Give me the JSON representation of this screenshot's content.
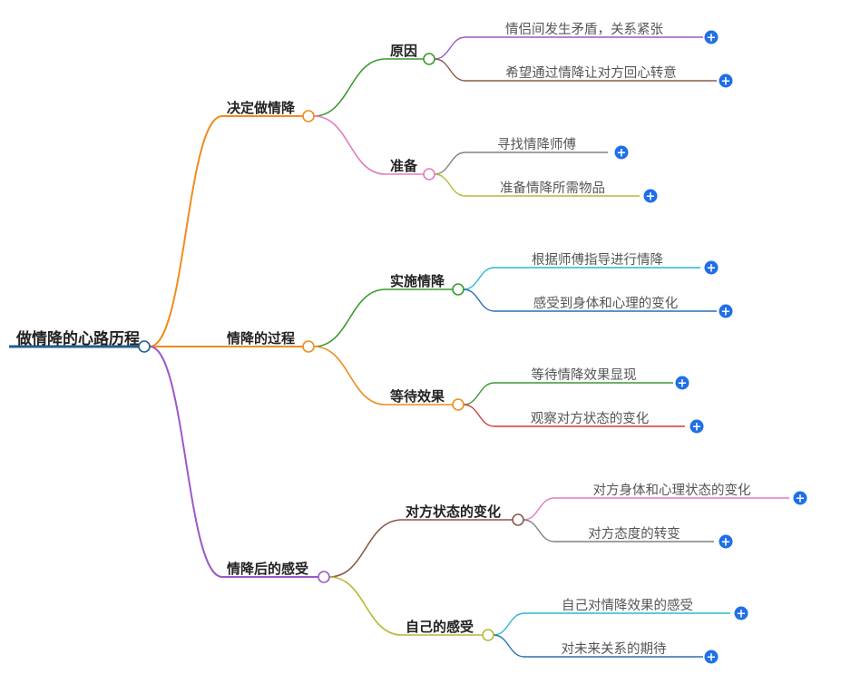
{
  "root": {
    "label": "做情降的心路历程",
    "color": "#1f5f8b"
  },
  "branches": [
    {
      "label": "决定做情降",
      "color": "#f08c1e",
      "children": [
        {
          "label": "原因",
          "color": "#3a9a2f",
          "leaves": [
            {
              "label": "情侣间发生矛盾，关系紧张",
              "color": "#9b59c6"
            },
            {
              "label": "希望通过情降让对方回心转意",
              "color": "#8a5a46"
            }
          ]
        },
        {
          "label": "准备",
          "color": "#e07cc0",
          "leaves": [
            {
              "label": "寻找情降师傅",
              "color": "#808080"
            },
            {
              "label": "准备情降所需物品",
              "color": "#b8b833"
            }
          ]
        }
      ]
    },
    {
      "label": "情降的过程",
      "color": "#f08c1e",
      "children": [
        {
          "label": "实施情降",
          "color": "#3a9a2f",
          "leaves": [
            {
              "label": "根据师傅指导进行情降",
              "color": "#2ab8d0"
            },
            {
              "label": "感受到身体和心理的变化",
              "color": "#2b6fad"
            }
          ]
        },
        {
          "label": "等待效果",
          "color": "#f08c1e",
          "leaves": [
            {
              "label": "等待情降效果显现",
              "color": "#3a9a2f"
            },
            {
              "label": "观察对方状态的变化",
              "color": "#d23c35"
            }
          ]
        }
      ]
    },
    {
      "label": "情降后的感受",
      "color": "#9b59c6",
      "children": [
        {
          "label": "对方状态的变化",
          "color": "#8a5a46",
          "leaves": [
            {
              "label": "对方身体和心理状态的变化",
              "color": "#e07cc0"
            },
            {
              "label": "对方态度的转变",
              "color": "#808080"
            }
          ]
        },
        {
          "label": "自己的感受",
          "color": "#b8b833",
          "leaves": [
            {
              "label": "自己对情降效果的感受",
              "color": "#2ab8d0"
            },
            {
              "label": "对未来关系的期待",
              "color": "#2b6fad"
            }
          ]
        }
      ]
    }
  ],
  "expand_symbol": "+",
  "button_color": "#1f6fe8"
}
